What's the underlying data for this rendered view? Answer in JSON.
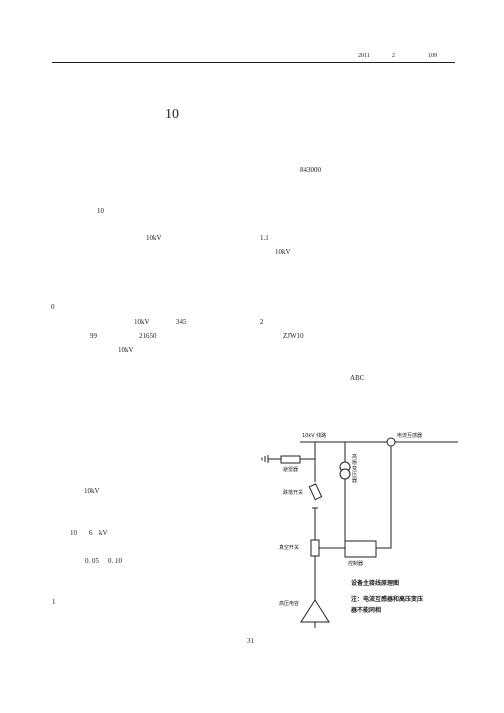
{
  "header": {
    "year": "2011",
    "issue": "2",
    "page": "109"
  },
  "title": {
    "number": "10"
  },
  "author_info": {
    "postcode": "843000"
  },
  "body_fragments": {
    "f1": "10",
    "f2": "10kV",
    "f3": "1.1",
    "f4": "10kV",
    "f5": "0",
    "f6": "10kV",
    "f7": "345",
    "f8": "2",
    "f9": "99",
    "f10": "21650",
    "f11": "ZJW10",
    "f12": "10kV",
    "f13": "ABC",
    "f14": "10kV",
    "f15": "10",
    "f16": "6",
    "f17": "kV",
    "f18": "0. 05",
    "f19": "0. 10",
    "f20": "1"
  },
  "diagram": {
    "line_label": "10kV 线路",
    "ct_label": "电流互感器",
    "arrester_label": "避雷器",
    "hv_transformer_label": "高\n懕\n变\n压\n器",
    "fuse_label": "跌落开关",
    "vacuum_switch_label": "真空开关",
    "controller_label": "控制器",
    "capacitor_label": "高压电容",
    "caption": "设备主接线原理图",
    "note_line1": "注：电流互感器和高压变压",
    "note_line2": "器不能同相"
  },
  "footer": {
    "page_number": "31"
  }
}
